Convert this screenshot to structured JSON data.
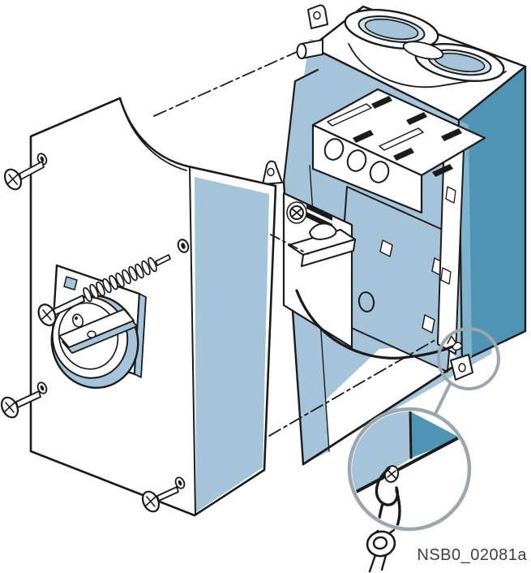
{
  "figure": {
    "label": "NSB0_02081a",
    "kind": "isometric-exploded-technical-illustration"
  },
  "colors": {
    "background": "#ffffff",
    "outline_ink": "#1b1b1b",
    "light_blue_fill": "#a5c4da",
    "pale_blue_fill": "#cfe0ec",
    "mid_blue_fill": "#4f93b5",
    "edge_blue_highlight": "#7db3cd",
    "callout_gray": "#9ba7ae",
    "label_text": "#3f3f3f"
  },
  "parts": {
    "cover": "enclosure-cover",
    "handle": "rotary-operating-handle",
    "plate": "handle-escutcheon-plate",
    "spring_screw": "captive-spring-screw",
    "corner_screws": "cover-fixing-screws",
    "box": "surface-mount-enclosure",
    "glands": "cable-entry-glands",
    "ears": "wall-mounting-ears",
    "device": "motor-starter-circuit-breaker",
    "toggle": "breaker-toggle",
    "wire": "grounding-wire",
    "lug": "grounding-lug",
    "detail": "grounding-detail-callout",
    "ring": "ring-terminal"
  }
}
